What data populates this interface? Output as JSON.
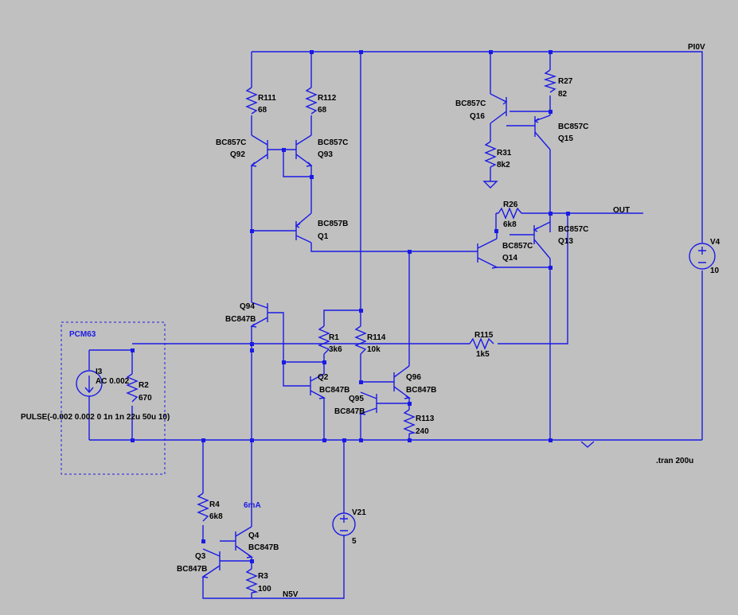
{
  "nets": {
    "pi0v": "PI0V",
    "n5v": "N5V",
    "out": "OUT"
  },
  "directive": ".tran 200u",
  "group_label": "PCM63",
  "probe_current": "6mA",
  "source_I3": {
    "name": "I3",
    "value": "AC 0.002",
    "waveform": "PULSE(-0.002 0.002 0 1n 1n 22u 50u 10)"
  },
  "source_V4": {
    "name": "V4",
    "value": "10"
  },
  "source_V21": {
    "name": "V21",
    "value": "5"
  },
  "resistors": {
    "R111": {
      "name": "R111",
      "value": "68"
    },
    "R112": {
      "name": "R112",
      "value": "68"
    },
    "R27": {
      "name": "R27",
      "value": "82"
    },
    "R31": {
      "name": "R31",
      "value": "8k2"
    },
    "R26": {
      "name": "R26",
      "value": "6k8"
    },
    "R1": {
      "name": "R1",
      "value": "3k6"
    },
    "R114": {
      "name": "R114",
      "value": "10k"
    },
    "R115": {
      "name": "R115",
      "value": "1k5"
    },
    "R113": {
      "name": "R113",
      "value": "240"
    },
    "R2": {
      "name": "R2",
      "value": "670"
    },
    "R4": {
      "name": "R4",
      "value": "6k8"
    },
    "R3": {
      "name": "R3",
      "value": "100"
    }
  },
  "transistors": {
    "Q92": {
      "name": "Q92",
      "model": "BC857C"
    },
    "Q93": {
      "name": "Q93",
      "model": "BC857C"
    },
    "Q1": {
      "name": "Q1",
      "model": "BC857B"
    },
    "Q16": {
      "name": "Q16",
      "model": "BC857C"
    },
    "Q15": {
      "name": "Q15",
      "model": "BC857C"
    },
    "Q14": {
      "name": "Q14",
      "model": "BC857C"
    },
    "Q13": {
      "name": "Q13",
      "model": "BC857C"
    },
    "Q94": {
      "name": "Q94",
      "model": "BC847B"
    },
    "Q2": {
      "name": "Q2",
      "model": "BC847B"
    },
    "Q95": {
      "name": "Q95",
      "model": "BC847B"
    },
    "Q96": {
      "name": "Q96",
      "model": "BC847B"
    },
    "Q4": {
      "name": "Q4",
      "model": "BC847B"
    },
    "Q3": {
      "name": "Q3",
      "model": "BC847B"
    }
  }
}
